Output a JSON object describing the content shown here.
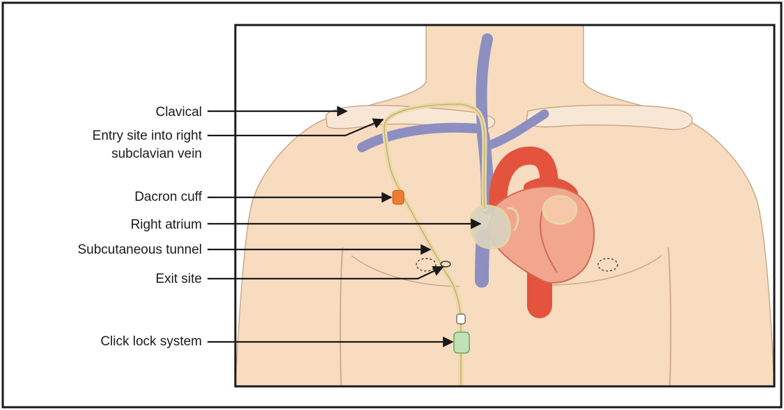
{
  "labels": {
    "clavical": "Clavical",
    "entry_site_line1": "Entry site into right",
    "entry_site_line2": "subclavian vein",
    "dacron_cuff": "Dacron cuff",
    "right_atrium": "Right atrium",
    "subcutaneous_tunnel": "Subcutaneous tunnel",
    "exit_site": "Exit site",
    "click_lock_system": "Click lock system"
  },
  "colors": {
    "skin": "#f8dcc0",
    "skin_outline": "#c9a88a",
    "vein": "#8d8fc0",
    "artery": "#e4533d",
    "heart_chamber": "#f3a68e",
    "atrium": "#d8d3c2",
    "catheter": "#ead9a5",
    "cuff": "#f07c32",
    "click_lock": "#bfe3b6",
    "frame": "#1a1a1a"
  }
}
